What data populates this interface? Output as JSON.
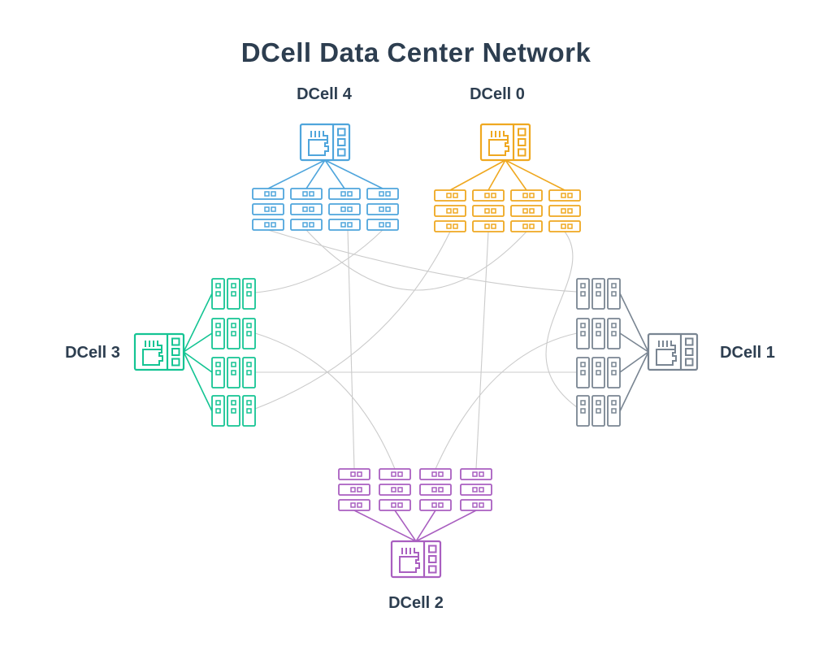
{
  "title": {
    "text": "DCell Data Center Network",
    "color": "#2d3e50"
  },
  "ui": {
    "label_color": "#2d3e50",
    "background_color": "#ffffff"
  },
  "links": {
    "color": "#cbcbcb",
    "pairs": [
      [
        "DCell 4",
        "DCell 0"
      ],
      [
        "DCell 4",
        "DCell 1"
      ],
      [
        "DCell 4",
        "DCell 2"
      ],
      [
        "DCell 4",
        "DCell 3"
      ],
      [
        "DCell 0",
        "DCell 1"
      ],
      [
        "DCell 0",
        "DCell 2"
      ],
      [
        "DCell 0",
        "DCell 3"
      ],
      [
        "DCell 1",
        "DCell 2"
      ],
      [
        "DCell 1",
        "DCell 3"
      ],
      [
        "DCell 2",
        "DCell 3"
      ]
    ]
  },
  "cells": [
    {
      "label": "DCell 4",
      "color": "#4fa5dc",
      "position": "top-left",
      "switch_count": 1,
      "server_stacks": 4,
      "servers_per_stack": 3
    },
    {
      "label": "DCell 0",
      "color": "#efa820",
      "position": "top-right",
      "switch_count": 1,
      "server_stacks": 4,
      "servers_per_stack": 3
    },
    {
      "label": "DCell 3",
      "color": "#14c493",
      "position": "left",
      "switch_count": 1,
      "server_stacks": 4,
      "servers_per_stack": 3
    },
    {
      "label": "DCell 1",
      "color": "#798592",
      "position": "right",
      "switch_count": 1,
      "server_stacks": 4,
      "servers_per_stack": 3
    },
    {
      "label": "DCell 2",
      "color": "#a95fc0",
      "position": "bottom",
      "switch_count": 1,
      "server_stacks": 4,
      "servers_per_stack": 3
    }
  ]
}
